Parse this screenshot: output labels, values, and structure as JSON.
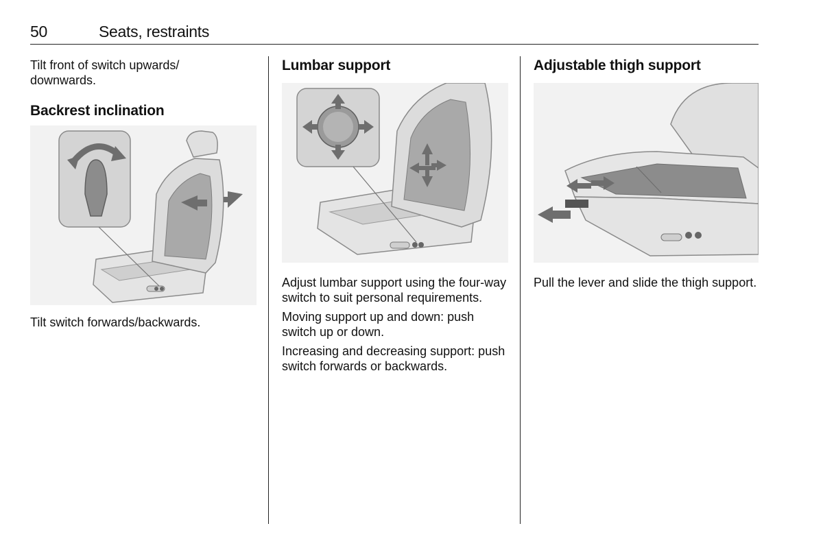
{
  "header": {
    "page_number": "50",
    "section": "Seats, restraints"
  },
  "col1": {
    "intro": "Tilt front of switch upwards/ downwards.",
    "heading": "Backrest inclination",
    "caption": "Tilt switch forwards/backwards."
  },
  "col2": {
    "heading": "Lumbar support",
    "p1": "Adjust lumbar support using the four-way switch to suit personal requirements.",
    "p2": "Moving support up and down: push switch up or down.",
    "p3": "Increasing and decreasing support: push switch forwards or backwards."
  },
  "col3": {
    "heading": "Adjustable thigh support",
    "p1": "Pull the lever and slide the thigh support."
  },
  "colors": {
    "arrow": "#6e6e6e",
    "panel": "#d4d4d4",
    "seat_dark": "#9a9a9a",
    "seat_light": "#e6e6e6"
  }
}
